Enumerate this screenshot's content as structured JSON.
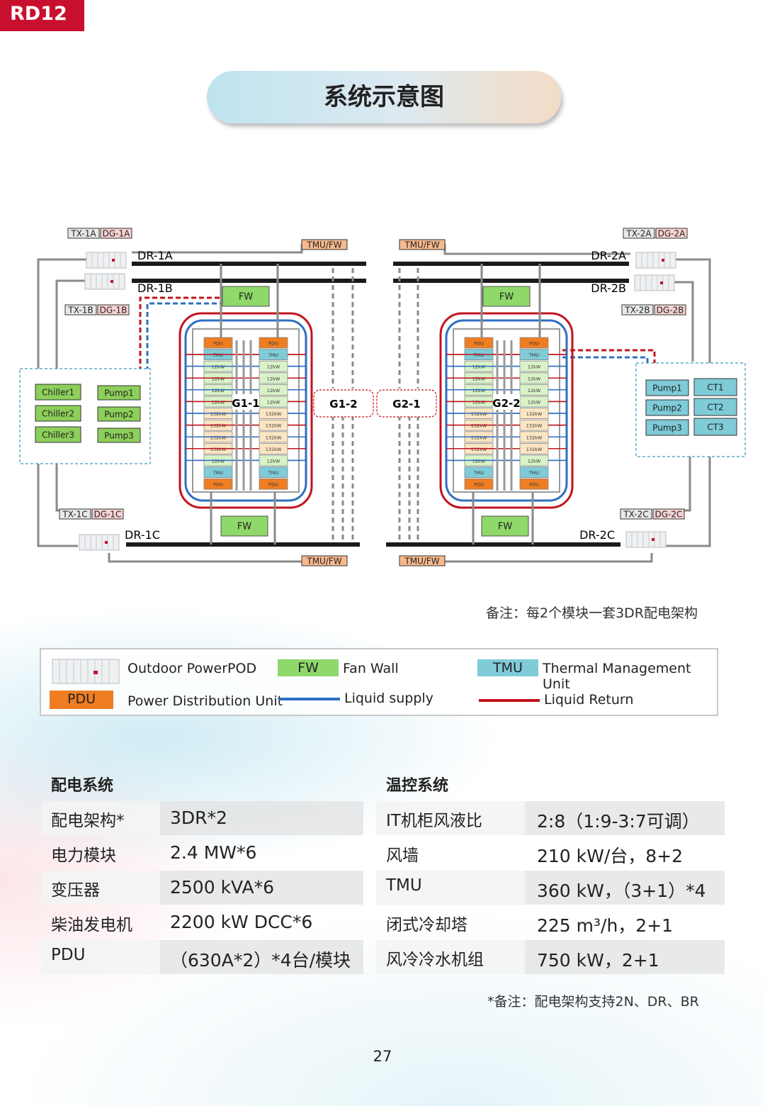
{
  "page": {
    "tag": "RD12",
    "title": "系统示意图",
    "page_number": "27"
  },
  "diagram": {
    "transformers": [
      {
        "tx": "TX-1A",
        "dg": "DG-1A"
      },
      {
        "tx": "TX-1B",
        "dg": "DG-1B"
      },
      {
        "tx": "TX-1C",
        "dg": "DG-1C"
      },
      {
        "tx": "TX-2A",
        "dg": "DG-2A"
      },
      {
        "tx": "TX-2B",
        "dg": "DG-2B"
      },
      {
        "tx": "TX-2C",
        "dg": "DG-2C"
      }
    ],
    "buses": [
      "DR-1A",
      "DR-1B",
      "DR-1C",
      "DR-2A",
      "DR-2B",
      "DR-2C"
    ],
    "tmu_fw_label": "TMU/FW",
    "fw_label": "FW",
    "modules": [
      "G1-1",
      "G1-2",
      "G2-1",
      "G2-2"
    ],
    "rack_labels": {
      "pdu": "PDU",
      "tmu": "TMU",
      "small": "12kW",
      "big": "132kW"
    },
    "left_plant": {
      "chillers": [
        "Chiller1",
        "Chiller2",
        "Chiller3"
      ],
      "pumps": [
        "Pump1",
        "Pump2",
        "Pump3"
      ]
    },
    "right_plant": {
      "pumps": [
        "Pump1",
        "Pump2",
        "Pump3"
      ],
      "towers": [
        "CT1",
        "CT2",
        "CT3"
      ]
    },
    "colors": {
      "supply": "#2f6fc0",
      "return": "#c0141e",
      "fw": "#8fd86a",
      "tmu": "#7fcbd8",
      "pdu": "#ef7d22",
      "bus": "#1a1a1a",
      "chiller": "#8ccf5a",
      "pump_left": "#8ccf5a",
      "pump_right": "#7fcbd8",
      "ct": "#7fcbd8"
    }
  },
  "note1": "备注：每2个模块一套3DR配电架构",
  "legend": {
    "pod_label": "Outdoor PowerPOD",
    "fw_box": "FW",
    "fw_label": "Fan Wall",
    "tmu_box": "TMU",
    "tmu_label": "Thermal Management Unit",
    "pdu_box": "PDU",
    "pdu_label": "Power Distribution Unit",
    "supply_label": "Liquid supply",
    "return_label": "Liquid Return"
  },
  "power_system": {
    "title": "配电系统",
    "rows": [
      {
        "k": "配电架构*",
        "v": "3DR*2"
      },
      {
        "k": "电力模块",
        "v": "2.4 MW*6"
      },
      {
        "k": "变压器",
        "v": "2500 kVA*6"
      },
      {
        "k": "柴油发电机",
        "v": "2200 kW DCC*6"
      },
      {
        "k": "PDU",
        "v": "（630A*2）*4台/模块"
      }
    ]
  },
  "thermal_system": {
    "title": "温控系统",
    "rows": [
      {
        "k": "IT机柜风液比",
        "v": "2:8（1:9-3:7可调）"
      },
      {
        "k": "风墙",
        "v": "210 kW/台，8+2"
      },
      {
        "k": "TMU",
        "v": "360 kW，（3+1）*4"
      },
      {
        "k": "闭式冷却塔",
        "v": "225 m³/h，2+1"
      },
      {
        "k": "风冷冷水机组",
        "v": "750 kW，2+1"
      }
    ]
  },
  "note2": "*备注：配电架构支持2N、DR、BR"
}
